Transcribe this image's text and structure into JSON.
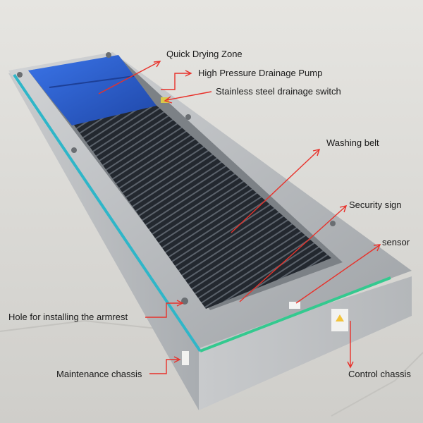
{
  "annotations": {
    "quick_drying_zone": "Quick Drying Zone",
    "high_pressure_pump": "High Pressure Drainage Pump",
    "drainage_switch": "Stainless steel drainage switch",
    "washing_belt": "Washing belt",
    "security_sign": "Security sign",
    "sensor": "sensor",
    "armrest_hole": "Hole for installing the armrest",
    "maintenance_chassis": "Maintenance chassis",
    "control_chassis": "Control chassis"
  },
  "colors": {
    "ground": "#d9d8d4",
    "steel": "#b9bcbe",
    "towel": "#2f5fd0",
    "belt": "#262b33",
    "led_strip": "#2fc7a4",
    "arrow": "#e8312a"
  }
}
